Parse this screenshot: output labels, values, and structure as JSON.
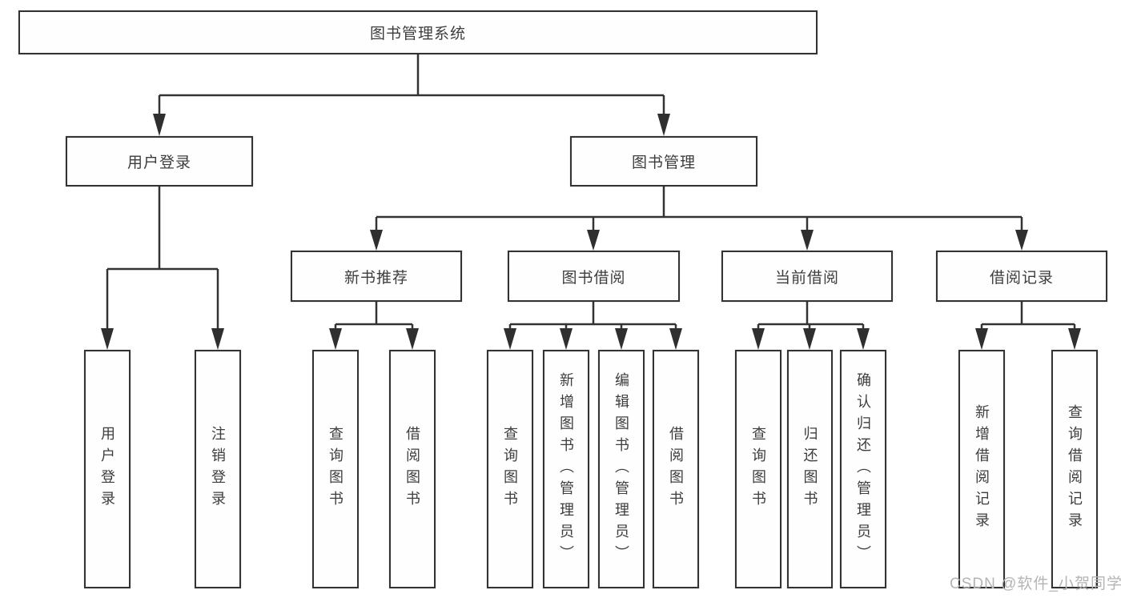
{
  "title": "图书管理系统",
  "tree": {
    "root": {
      "label": "图书管理系统"
    },
    "user_login": {
      "label": "用户登录",
      "children": [
        "用户登录",
        "注销登录"
      ]
    },
    "book_management": {
      "label": "图书管理",
      "groups": [
        {
          "label": "新书推荐",
          "children": [
            "查询图书",
            "借阅图书"
          ]
        },
        {
          "label": "图书借阅",
          "children": [
            "查询图书",
            "新增图书（管理员）",
            "编辑图书（管理员）",
            "借阅图书"
          ]
        },
        {
          "label": "当前借阅",
          "children": [
            "查询图书",
            "归还图书",
            "确认归还（管理员）"
          ]
        },
        {
          "label": "借阅记录",
          "children": [
            "新增借阅记录",
            "查询借阅记录"
          ]
        }
      ]
    }
  },
  "watermark": "CSDN @软件_小贺同学",
  "colors": {
    "line": "#333333",
    "box_border": "#333333",
    "text": "#3d3d3d",
    "watermark": "#b4b4b4",
    "background": "#ffffff"
  }
}
